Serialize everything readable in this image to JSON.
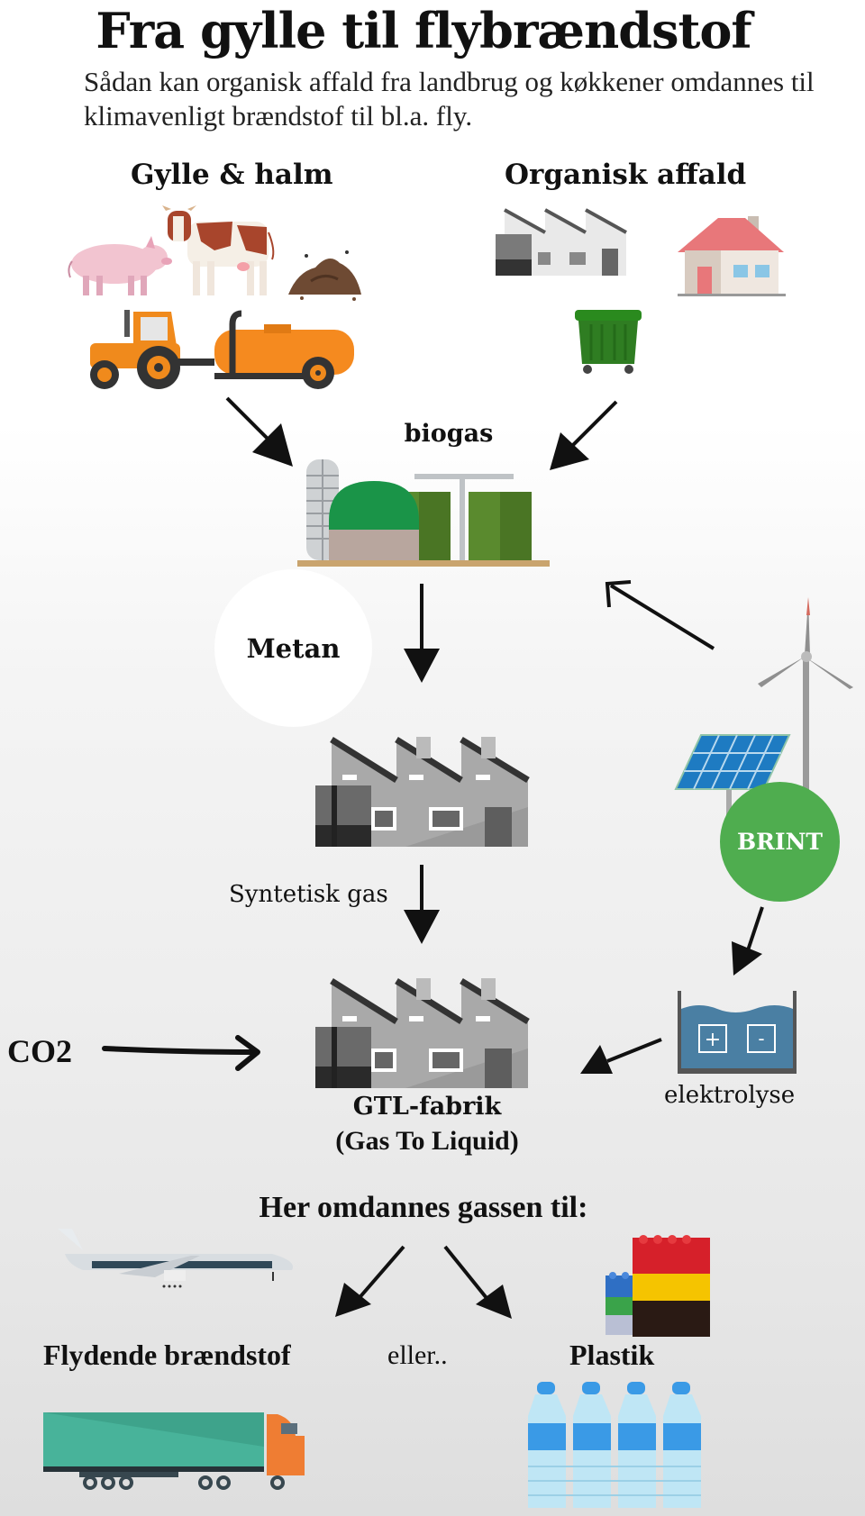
{
  "header": {
    "title": "Fra gylle til flybrændstof",
    "subtitle": "Sådan kan organisk affald fra landbrug og køkkener omdannes til klimavenligt brændstof til bl.a. fly."
  },
  "sources": {
    "left": {
      "heading": "Gylle & halm",
      "icons": [
        "pig-icon",
        "cow-icon",
        "manure-pile-icon",
        "tractor-with-slurry-tanker-icon"
      ]
    },
    "right": {
      "heading": "Organisk affald",
      "icons": [
        "factory-icon",
        "house-icon",
        "green-waste-bin-icon"
      ]
    }
  },
  "steps": {
    "biogas": "biogas",
    "metan": "Metan",
    "syngas": "Syntetisk gas",
    "brint": "BRINT",
    "elektrolyse": "elektrolyse",
    "co2": "CO2",
    "gtl_line1": "GTL-fabrik",
    "gtl_line2": "(Gas To Liquid)",
    "electrolysis_plus": "+",
    "electrolysis_minus": "-"
  },
  "outputs": {
    "heading": "Her omdannes gassen til:",
    "left_label": "Flydende brændstof",
    "separator": "eller..",
    "right_label": "Plastik",
    "left_icons": [
      "airplane-icon",
      "truck-icon"
    ],
    "right_icons": [
      "toy-bricks-icon",
      "plastic-bottles-icon"
    ]
  },
  "colors": {
    "brint_green": "#4fad4f",
    "biogas_green": "#1a9448",
    "tank_green": "#5a8a2e",
    "factory_gray": "#a9a9a9",
    "tractor_orange": "#f08a1c",
    "electrolysis_blue": "#4a7fa3"
  }
}
